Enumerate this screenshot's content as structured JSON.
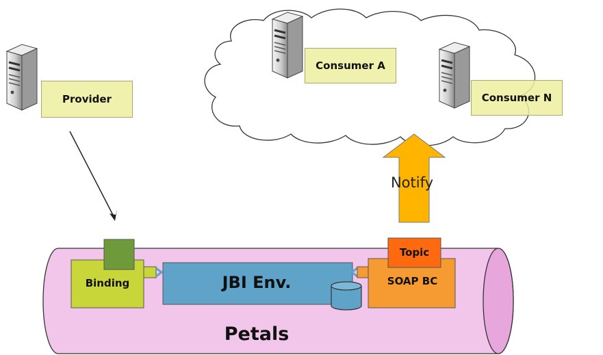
{
  "nodes": {
    "provider": "Provider",
    "consumer_a": "Consumer A",
    "consumer_n": "Consumer N",
    "binding": "Binding",
    "jbi_env": "JBI Env.",
    "soap_bc": "SOAP BC",
    "topic": "Topic",
    "petals": "Petals"
  },
  "edges": {
    "notify": "Notify"
  },
  "colors": {
    "bus": "#f2c6ea",
    "bus_end": "#e7a6dc",
    "binding": "#c9d63a",
    "binding_port": "#6f9a3c",
    "jbi": "#5fa4c8",
    "soap_bc": "#f59b32",
    "topic": "#ff6a10",
    "notify_arrow": "#ffb400",
    "label_box": "#eeeea0"
  },
  "icons": [
    "server-icon",
    "cloud-icon",
    "database-icon"
  ]
}
